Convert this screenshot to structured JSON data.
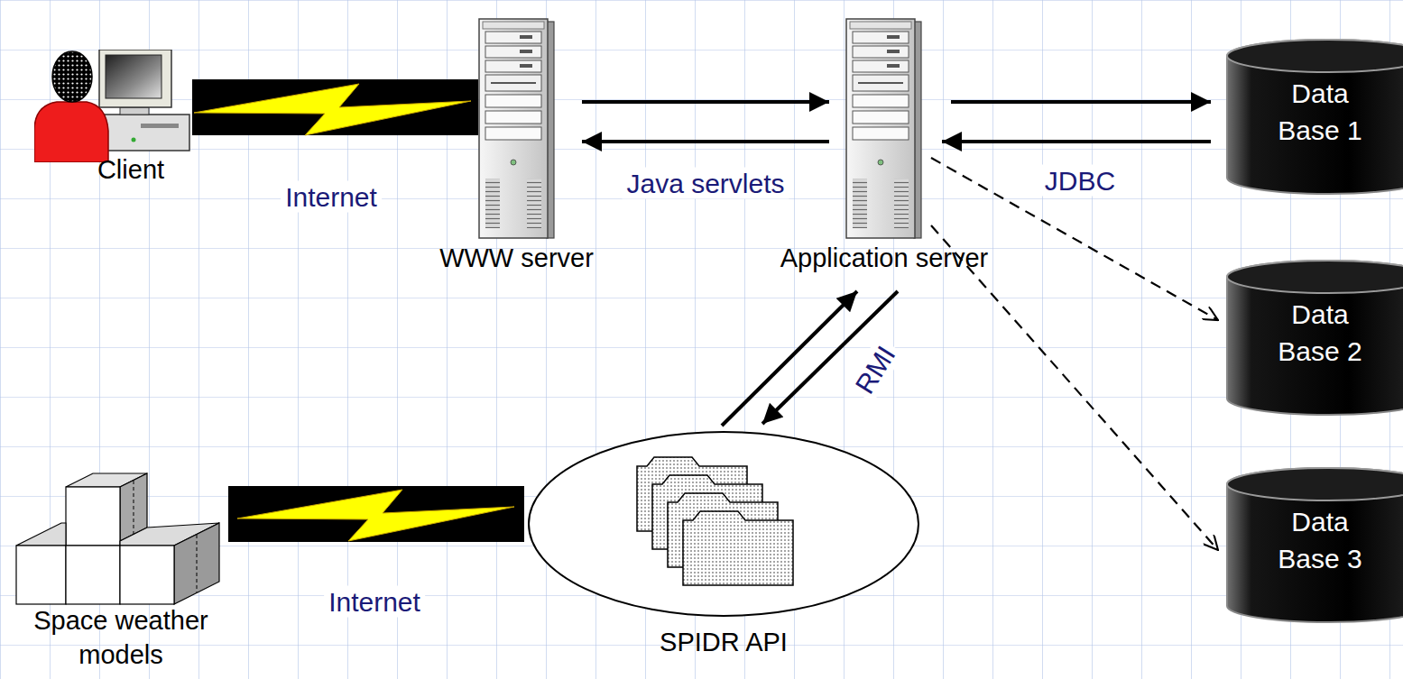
{
  "diagram": {
    "nodes": [
      {
        "text": [
          "Client"
        ]
      },
      {
        "text": [
          "WWW server"
        ]
      },
      {
        "text": [
          "Application server"
        ]
      },
      {
        "text": [
          "Data Base 1"
        ]
      },
      {
        "text": [
          "Data Base 2"
        ]
      },
      {
        "text": [
          "Data Base 3"
        ]
      },
      {
        "text": [
          "Space weather models"
        ]
      },
      {
        "text": [
          "SPIDR API"
        ]
      }
    ],
    "edges": [
      {
        "from": 0,
        "to": 1,
        "arrow": "none",
        "label": "Internet"
      },
      {
        "from": 1,
        "to": 2,
        "arrow": "to"
      },
      {
        "from": 2,
        "to": 1,
        "arrow": "to",
        "label": "Java servlets"
      },
      {
        "from": 2,
        "to": 3,
        "arrow": "to"
      },
      {
        "from": 3,
        "to": 2,
        "arrow": "to",
        "label": "JDBC"
      },
      {
        "from": 2,
        "to": 4,
        "arrow": "to"
      },
      {
        "from": 2,
        "to": 5,
        "arrow": "to"
      },
      {
        "from": 7,
        "to": 2,
        "arrow": "to"
      },
      {
        "from": 2,
        "to": 7,
        "arrow": "to",
        "label": "RMI"
      },
      {
        "from": 6,
        "to": 7,
        "arrow": "none",
        "label": "Internet"
      }
    ]
  }
}
